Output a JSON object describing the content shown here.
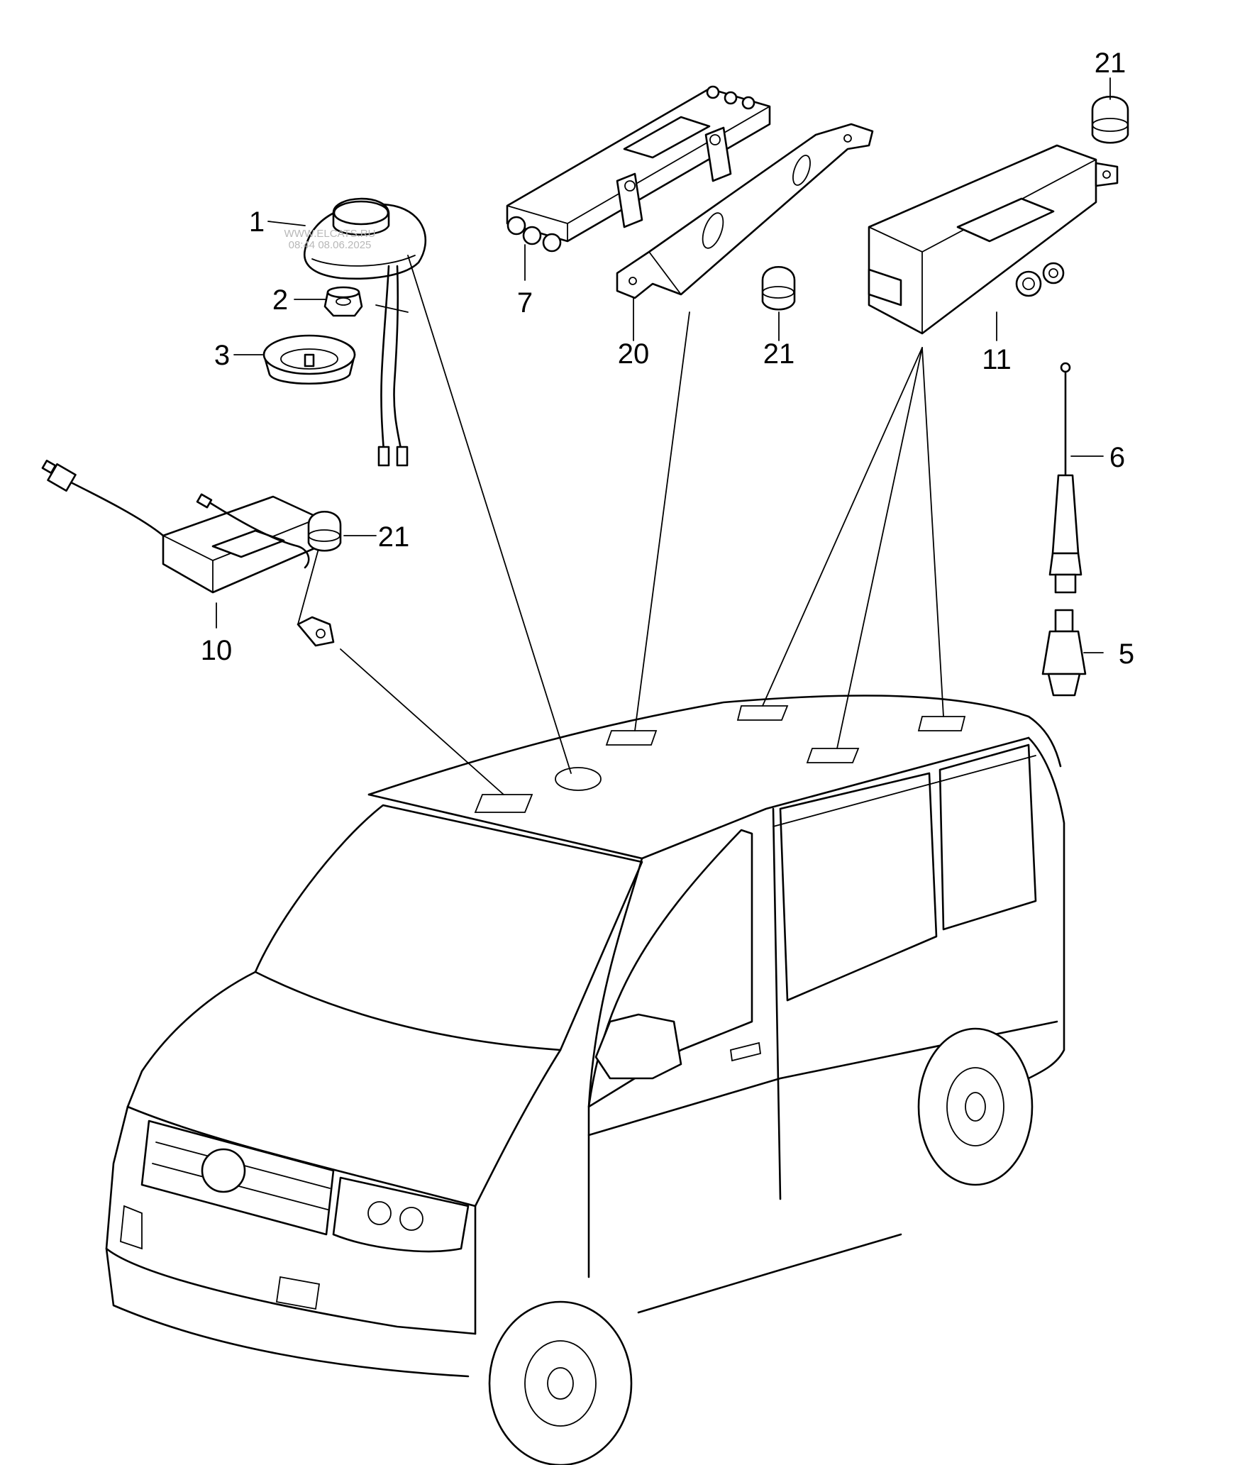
{
  "callouts": {
    "c1": "1",
    "c2": "2",
    "c3": "3",
    "c5": "5",
    "c6": "6",
    "c7": "7",
    "c10": "10",
    "c11": "11",
    "c20": "20",
    "c21a": "21",
    "c21b": "21",
    "c21c": "21"
  },
  "watermark": {
    "line1": "WWW.ELCATS.RU",
    "line2": "08:44 08.06.2025"
  }
}
